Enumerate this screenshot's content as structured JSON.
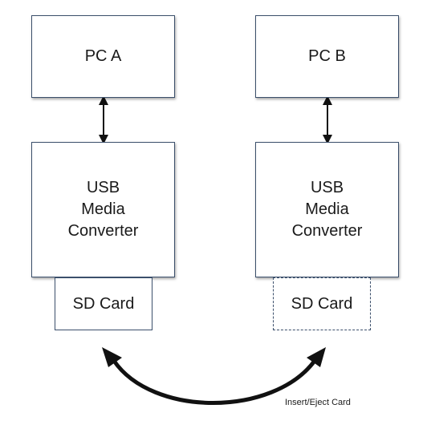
{
  "left": {
    "pc": "PC A",
    "converter": [
      "USB",
      "Media",
      "Converter"
    ],
    "sd": "SD Card"
  },
  "right": {
    "pc": "PC B",
    "converter": [
      "USB",
      "Media",
      "Converter"
    ],
    "sd": "SD Card"
  },
  "arc_label": "Insert/Eject Card",
  "colors": {
    "box_border": "#3b4f6b",
    "arrow": "#111111"
  }
}
